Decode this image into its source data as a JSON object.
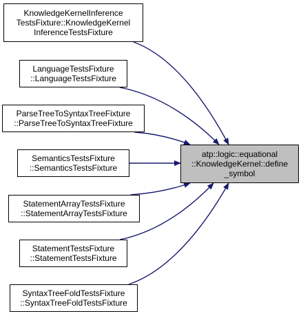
{
  "target": {
    "lines": [
      "atp::logic::equational",
      "::KnowledgeKernel::define",
      "_symbol"
    ]
  },
  "callers": [
    {
      "lines": [
        "KnowledgeKernelInference",
        "TestsFixture::KnowledgeKernel",
        "InferenceTestsFixture"
      ]
    },
    {
      "lines": [
        "LanguageTestsFixture",
        "::LanguageTestsFixture"
      ]
    },
    {
      "lines": [
        "ParseTreeToSyntaxTreeFixture",
        "::ParseTreeToSyntaxTreeFixture"
      ]
    },
    {
      "lines": [
        "SemanticsTestsFixture",
        "::SemanticsTestsFixture"
      ]
    },
    {
      "lines": [
        "StatementArrayTestsFixture",
        "::StatementArrayTestsFixture"
      ]
    },
    {
      "lines": [
        "StatementTestsFixture",
        "::StatementTestsFixture"
      ]
    },
    {
      "lines": [
        "SyntaxTreeFoldTestsFixture",
        "::SyntaxTreeFoldTestsFixture"
      ]
    }
  ],
  "colors": {
    "edge": "#191970",
    "target_fill": "#bfbfbf",
    "node_fill": "#ffffff",
    "node_border": "#000000"
  }
}
